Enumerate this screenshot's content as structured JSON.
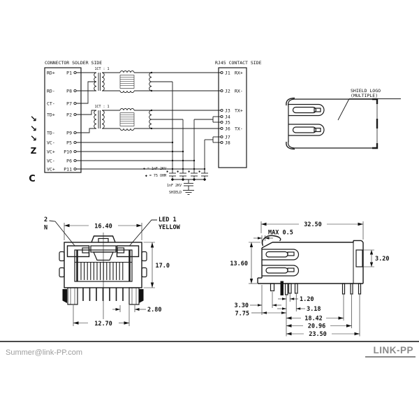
{
  "schematic": {
    "left_header": "CONNECTOR SOLDER SIDE",
    "right_header": "RJ45 CONTACT SIDE",
    "ratio_label_1": "1CT : 1",
    "ratio_label_2": "1CT : 1",
    "solder_pins": [
      {
        "signal": "RD+",
        "pin": "P1"
      },
      {
        "signal": "RD-",
        "pin": "P8"
      },
      {
        "signal": "CT-",
        "pin": "P7"
      },
      {
        "signal": "TD+",
        "pin": "P2"
      },
      {
        "signal": "TD-",
        "pin": "P9"
      },
      {
        "signal": "VC-",
        "pin": "P5"
      },
      {
        "signal": "VC+",
        "pin": "P10"
      },
      {
        "signal": "VC-",
        "pin": "P6"
      },
      {
        "signal": "VC+",
        "pin": "P11"
      }
    ],
    "contact_pins": [
      {
        "pin": "J1",
        "signal": "RX+"
      },
      {
        "pin": "J2",
        "signal": "RX-"
      },
      {
        "pin": "J3",
        "signal": "TX+"
      },
      {
        "pin": "J4",
        "signal": ""
      },
      {
        "pin": "J5",
        "signal": ""
      },
      {
        "pin": "J6",
        "signal": "TX-"
      },
      {
        "pin": "J7",
        "signal": ""
      },
      {
        "pin": "J8",
        "signal": ""
      }
    ],
    "star_marker": "✱",
    "cap_note": "✱ = 1nF 2KV",
    "resistor_note": "◆ = 75 OHM",
    "shield_cap_value": "1nF 2KV",
    "shield_label": "SHIELD",
    "margin_marks": [
      "↘",
      "↘",
      "↘",
      "Z",
      "C"
    ]
  },
  "top_view": {
    "shield_label_line1": "SHIELD LOGO",
    "shield_label_line2": "(MULTIPLE)"
  },
  "front_view": {
    "dim_width": "16.40",
    "dim_height": "17.0",
    "dim_pin_offset": "2.80",
    "dim_pin_span": "12.70",
    "led1_line1": "LED 1",
    "led1_line2": "YELLOW",
    "led2_line1": "2",
    "led2_line2": "N"
  },
  "side_view": {
    "dim_overall_length": "32.50",
    "dim_max_lip": "MAX 0.5",
    "dim_height": "13.60",
    "dim_tab": "3.20",
    "dim_a": "3.30",
    "dim_b": "7.75",
    "dim_c": "1.20",
    "dim_d": "3.18",
    "dim_e": "18.42",
    "dim_f": "20.96",
    "dim_g": "23.50"
  },
  "footer": {
    "email": "Summer@link-PP.com",
    "brand": "LINK-PP"
  }
}
